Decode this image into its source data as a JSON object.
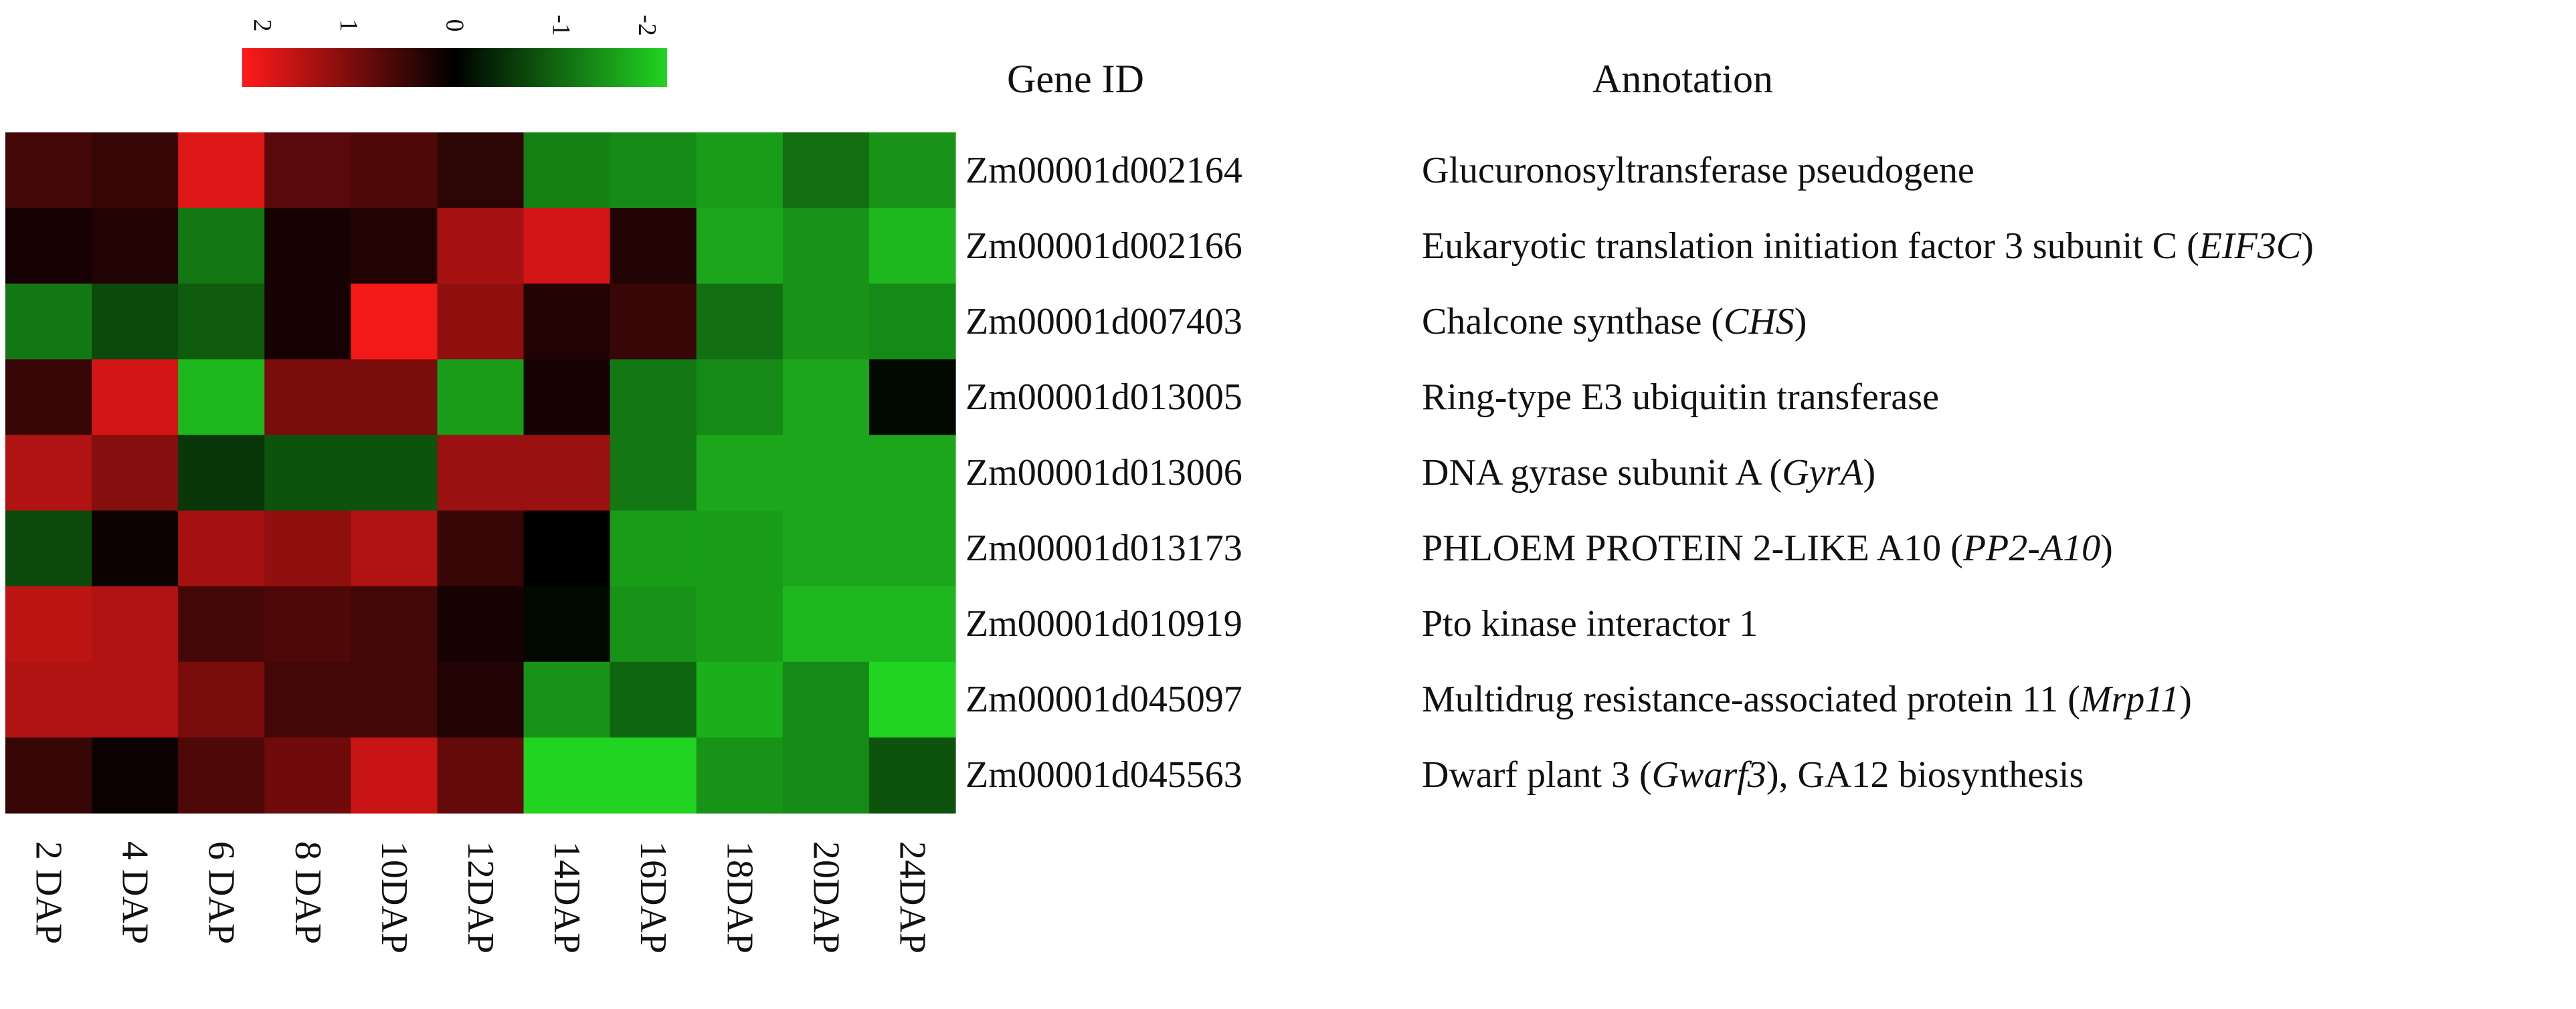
{
  "chart_data": {
    "type": "heatmap",
    "title": "",
    "xlabel": "",
    "ylabel": "",
    "x": [
      "2 DAP",
      "4 DAP",
      "6 DAP",
      "8 DAP",
      "10DAP",
      "12DAP",
      "14DAP",
      "16DAP",
      "18DAP",
      "20DAP",
      "24DAP"
    ],
    "y": [
      "Zm00001d002164",
      "Zm00001d002166",
      "Zm00001d007403",
      "Zm00001d013005",
      "Zm00001d013006",
      "Zm00001d013173",
      "Zm00001d010919",
      "Zm00001d045097",
      "Zm00001d045563"
    ],
    "values": [
      [
        0.6,
        0.5,
        2.0,
        0.8,
        0.7,
        0.4,
        -1.4,
        -1.5,
        -1.7,
        -1.2,
        -1.6
      ],
      [
        0.2,
        0.3,
        -1.3,
        0.2,
        0.3,
        1.5,
        1.9,
        0.3,
        -1.8,
        -1.6,
        -2.0
      ],
      [
        -1.3,
        -0.8,
        -1.0,
        0.2,
        2.2,
        1.3,
        0.3,
        0.5,
        -1.2,
        -1.6,
        -1.5
      ],
      [
        0.5,
        1.9,
        -2.0,
        1.1,
        1.1,
        -1.7,
        0.2,
        -1.3,
        -1.5,
        -1.8,
        -0.1
      ],
      [
        1.6,
        1.2,
        -0.6,
        -0.9,
        -0.9,
        1.4,
        1.4,
        -1.3,
        -1.8,
        -1.8,
        -1.8
      ],
      [
        -0.8,
        0.1,
        1.5,
        1.3,
        1.6,
        0.5,
        0.0,
        -1.7,
        -1.7,
        -1.8,
        -1.8
      ],
      [
        1.7,
        1.6,
        0.6,
        0.7,
        0.6,
        0.2,
        -0.1,
        -1.6,
        -1.7,
        -2.0,
        -2.0
      ],
      [
        1.6,
        1.6,
        1.1,
        0.6,
        0.6,
        0.3,
        -1.6,
        -1.1,
        -1.9,
        -1.5,
        -2.3
      ],
      [
        0.5,
        0.1,
        0.7,
        1.0,
        1.8,
        0.9,
        -2.3,
        -2.3,
        -1.6,
        -1.5,
        -0.9
      ]
    ],
    "colorbar": {
      "ticks": [
        2,
        1,
        0,
        -1,
        -2
      ],
      "tick_labels": [
        "2",
        "1",
        "0",
        "-1",
        "-2"
      ],
      "colors": {
        "high": "#ff1a1a",
        "mid": "#000000",
        "low": "#22d422"
      }
    },
    "row_header": "Gene ID",
    "annotation_header": "Annotation",
    "annotations": [
      [
        {
          "t": "Glucuronosyltransferase pseudogene"
        }
      ],
      [
        {
          "t": "Eukaryotic translation initiation factor 3 subunit C ("
        },
        {
          "t": "EIF3C",
          "i": true
        },
        {
          "t": ")"
        }
      ],
      [
        {
          "t": "Chalcone synthase ("
        },
        {
          "t": "CHS",
          "i": true
        },
        {
          "t": ")"
        }
      ],
      [
        {
          "t": "Ring-type E3 ubiquitin transferase"
        }
      ],
      [
        {
          "t": "DNA gyrase subunit A ("
        },
        {
          "t": "GyrA",
          "i": true
        },
        {
          "t": ")"
        }
      ],
      [
        {
          "t": "PHLOEM PROTEIN 2-LIKE A10 ("
        },
        {
          "t": "PP2-A10",
          "i": true
        },
        {
          "t": ")"
        }
      ],
      [
        {
          "t": "Pto kinase interactor 1"
        }
      ],
      [
        {
          "t": "Multidrug resistance-associated protein 11 ("
        },
        {
          "t": "Mrp11",
          "i": true
        },
        {
          "t": ")"
        }
      ],
      [
        {
          "t": "Dwarf plant 3 ("
        },
        {
          "t": "Gwarf3",
          "i": true
        },
        {
          "t": "), GA12 biosynthesis"
        }
      ]
    ]
  }
}
